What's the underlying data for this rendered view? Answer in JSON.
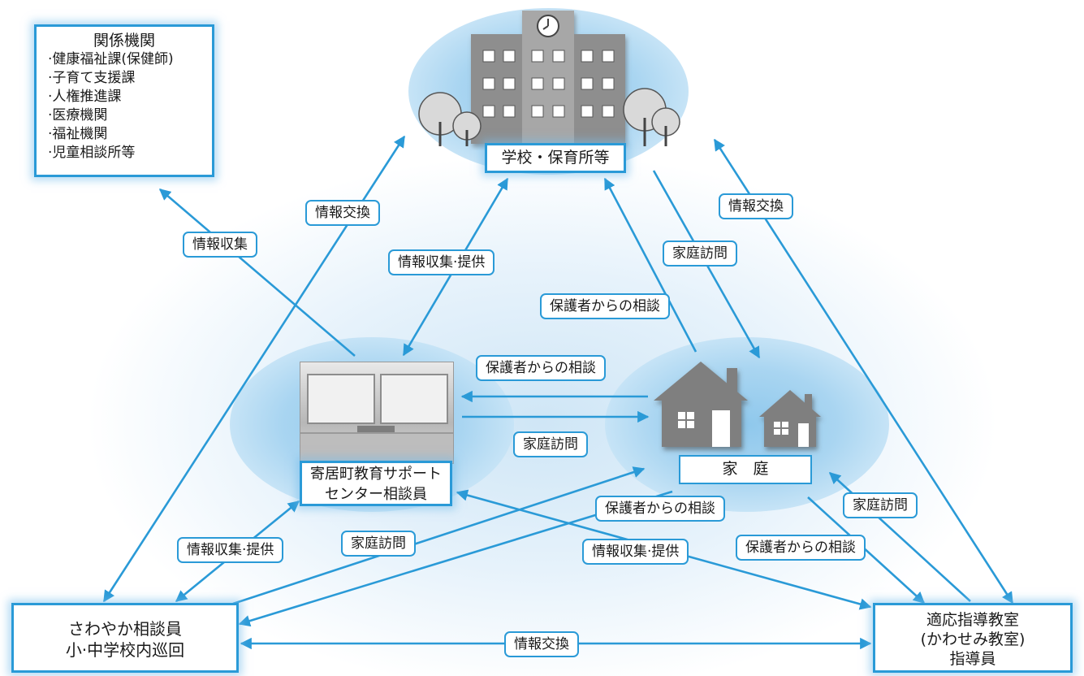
{
  "nodes": {
    "kankei": {
      "title": "関係機関",
      "items": [
        "·健康福祉課(保健師)",
        "·子育て支援課",
        "·人権推進課",
        "·医療機関",
        "·福祉機関",
        "·児童相談所等"
      ]
    },
    "school": "学校・保育所等",
    "center": {
      "line1": "寄居町教育サポート",
      "line2": "センター相談員"
    },
    "home": "家　庭",
    "sawayaka": {
      "line1": "さわやか相談員",
      "line2": "小·中学校内巡回"
    },
    "tekio": {
      "line1": "適応指導教室",
      "line2": "(かわせみ教室)",
      "line3": "指導員"
    }
  },
  "labels": {
    "center_kankei": "情報収集",
    "sawayaka_school": "情報交換",
    "center_school": "情報収集·提供",
    "home_school": "保護者からの相談",
    "school_home": "家庭訪問",
    "tekio_school": "情報交換",
    "home_center": "保護者からの相談",
    "center_home": "家庭訪問",
    "sawayaka_center": "情報収集·提供",
    "sawayaka_home_visit": "家庭訪問",
    "home_sawayaka": "保護者からの相談",
    "center_tekio": "情報収集·提供",
    "tekio_home_visit": "家庭訪問",
    "home_tekio": "保護者からの相談",
    "sawayaka_tekio": "情報交換"
  },
  "colors": {
    "accent": "#2a9ad7",
    "ellipse": "#a9d5f1",
    "building": "#8a8a8a"
  }
}
